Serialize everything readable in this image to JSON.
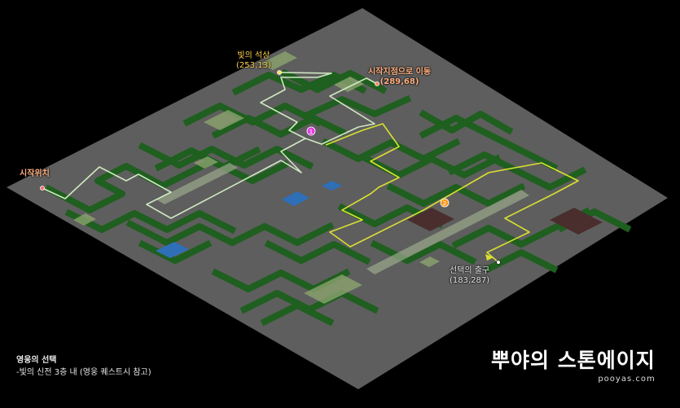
{
  "labels": {
    "statue": {
      "name": "빛의 석상",
      "coords": "(253,13)"
    },
    "move_to_start": {
      "name": "시작지점으로 이동",
      "coords": "(289,68)"
    },
    "start": {
      "name": "시작위치"
    },
    "exit": {
      "name": "선택의 출구",
      "coords": "(183,287)"
    }
  },
  "markers": {
    "one": "1",
    "two": "2"
  },
  "caption": {
    "title": "영웅의 선택",
    "subtitle": "-빛의 신전 3층 내 (영웅 퀘스트시 참고)"
  },
  "brand": {
    "name": "뿌야의 스톤에이지",
    "url": "pooyas.com"
  },
  "colors": {
    "floor": "#5e5e5e",
    "maze": "#1f5f1f",
    "route1": "#cfe8c0",
    "route2": "#d8e030"
  }
}
